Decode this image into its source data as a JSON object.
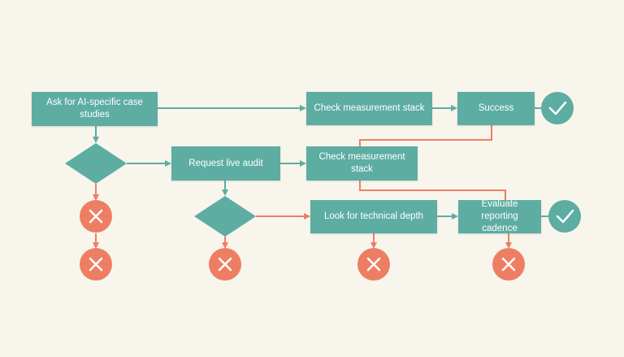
{
  "colors": {
    "background": "#f8f5ec",
    "teal": "#5dada2",
    "coral": "#ee7e63",
    "white": "#ffffff"
  },
  "nodes": {
    "ask_case_studies": "Ask for AI-specific case studies",
    "check_stack_top": "Check measurement stack",
    "success": "Success",
    "request_audit": "Request live audit",
    "check_stack_mid": "Check measurement stack",
    "technical_depth": "Look for technical depth",
    "reporting_cadence": "Evaluate reporting cadence"
  },
  "icons": {
    "pass": "check-icon",
    "fail": "x-icon"
  }
}
